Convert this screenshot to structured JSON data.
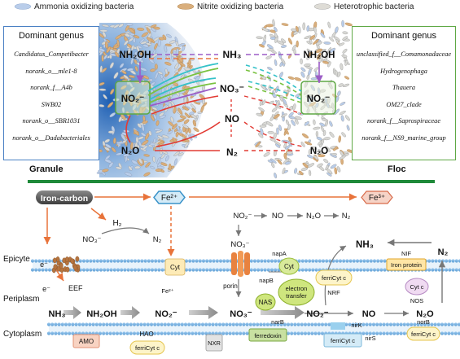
{
  "legend": {
    "aob": "Ammonia oxidizing bacteria",
    "nob": "Nitrite oxidizing bacteria",
    "het": "Heterotrophic bacteria"
  },
  "colors": {
    "aob": "#b9cdea",
    "nob": "#d9ae7c",
    "het": "#d8d8d4",
    "green_bar": "#1f8a3a",
    "left_box": "#4a80c4",
    "right_box": "#5fa845",
    "orange": "#e8733a",
    "red": "#e23b34",
    "purple": "#9b5cc6",
    "cyan": "#35c2c9",
    "lime": "#7ac241",
    "membrane": "#7fb8e6"
  },
  "granule_panel": {
    "title": "Dominant genus",
    "genera": [
      "Candidatus_Competibacter",
      "norank_o__mle1-8",
      "norank_f__A4b",
      "SWB02",
      "norank_o__SBR1031",
      "norank_o__Dadabacteriales"
    ],
    "label": "Granule"
  },
  "floc_panel": {
    "title": "Dominant genus",
    "genera": [
      "unclassified_f__Comamonadaceae",
      "Hydrogenophaga",
      "Thauera",
      "OM27_clade",
      "norank_f__Saprospiraceae",
      "norank_f__NS9_marine_group"
    ],
    "label": "Floc"
  },
  "top_species": {
    "nh2oh_left": "NH₂OH",
    "nh2oh_right": "NH₂OH",
    "no2_left": "NO₂⁻",
    "no2_right": "NO₂⁻",
    "n2o_left": "N₂O",
    "n2o_right": "N₂O",
    "nh3": "NH₃",
    "no3": "NO₃⁻",
    "no": "NO",
    "n2": "N₂"
  },
  "bottom": {
    "iron_carbon": "Iron-carbon",
    "fe2": "Fe²⁺",
    "fe3": "Fe³⁺",
    "h2": "H₂",
    "no3_h2": "NO₃⁻",
    "n2_h2": "N₂",
    "chain_no2": "NO₂⁻",
    "chain_no": "NO",
    "chain_n2o": "N₂O",
    "chain_n2": "N₂",
    "porin_no3": "NO₃⁻",
    "e1": "e⁻",
    "e2": "e⁻",
    "eef": "EEF",
    "fe2_small": "Fe²⁺",
    "cyt": "Cyt",
    "porin": "porin",
    "napA": "napA",
    "napB": "napB",
    "cyt2": "Cyt",
    "et_top": "electron",
    "et_bot": "transfer",
    "nas": "NAS",
    "ferricyt_nrf": "ferriCyt c",
    "nrf": "NRF",
    "nh3_big": "NH₃",
    "nif": "NIF",
    "iron_protein": "Iron protein",
    "cytc": "Cyt c",
    "nos": "NOS",
    "narB": "narB",
    "ferredoxin": "ferredoxin",
    "nirK": "nirK",
    "ferricyt_nirs": "ferriCyt c",
    "nirS": "nirS",
    "norB": "norB",
    "ferricyt_norb": "ferriCyt c",
    "amo": "AMO",
    "hao": "HAO",
    "ferricyt_hao": "ferriCyt c",
    "nxr": "NXR",
    "nh3_p": "NH₃",
    "nh2oh_p": "NH₂OH",
    "no2_p": "NO₂⁻",
    "no3_p": "NO₃⁻",
    "no2_p2": "NO₂⁻",
    "no_p": "NO",
    "n2o_p": "N₂O",
    "n2_p": "N₂"
  },
  "compartments": {
    "epicyte": "Epicyte",
    "periplasm": "Periplasm",
    "cytoplasm": "Cytoplasm"
  }
}
